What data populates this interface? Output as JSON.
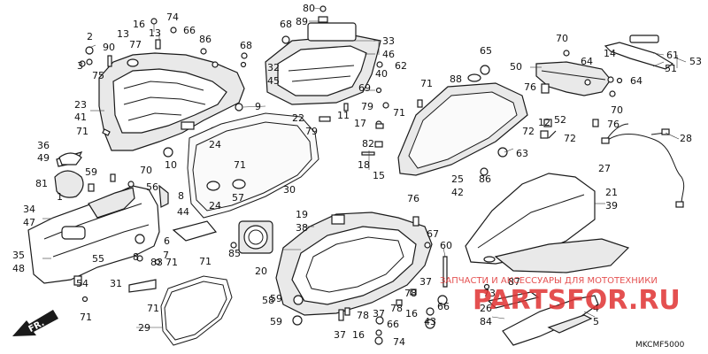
{
  "diagram_code": "MKCMF5000",
  "watermark": {
    "subtitle": "ЗАПЧАСТИ И АКСЕССУАРЫ ДЛЯ МОТОТЕХНИКИ",
    "brand": "PARTSFOR.RU"
  },
  "direction_label": "FR.",
  "callouts": [
    {
      "id": "c80",
      "text": "80"
    },
    {
      "id": "c89",
      "text": "89"
    },
    {
      "id": "c16a",
      "text": "16"
    },
    {
      "id": "c74a",
      "text": "74"
    },
    {
      "id": "c13a",
      "text": "13"
    },
    {
      "id": "c66a",
      "text": "66"
    },
    {
      "id": "c13b",
      "text": "13"
    },
    {
      "id": "c86a",
      "text": "86"
    },
    {
      "id": "c2",
      "text": "2"
    },
    {
      "id": "c3",
      "text": "3"
    },
    {
      "id": "c90",
      "text": "90"
    },
    {
      "id": "c77",
      "text": "77"
    },
    {
      "id": "c75",
      "text": "75"
    },
    {
      "id": "c68a",
      "text": "68"
    },
    {
      "id": "c68b",
      "text": "68"
    },
    {
      "id": "c33",
      "text": "33"
    },
    {
      "id": "c46",
      "text": "46"
    },
    {
      "id": "c62",
      "text": "62"
    },
    {
      "id": "c40",
      "text": "40"
    },
    {
      "id": "c32",
      "text": "32"
    },
    {
      "id": "c45",
      "text": "45"
    },
    {
      "id": "c69",
      "text": "69"
    },
    {
      "id": "c65",
      "text": "65"
    },
    {
      "id": "c70a",
      "text": "70"
    },
    {
      "id": "c14",
      "text": "14"
    },
    {
      "id": "c61",
      "text": "61"
    },
    {
      "id": "c51",
      "text": "51"
    },
    {
      "id": "c53",
      "text": "53"
    },
    {
      "id": "c50",
      "text": "50"
    },
    {
      "id": "c64a",
      "text": "64"
    },
    {
      "id": "c64b",
      "text": "64"
    },
    {
      "id": "c88",
      "text": "88"
    },
    {
      "id": "c76a",
      "text": "76"
    },
    {
      "id": "c23",
      "text": "23"
    },
    {
      "id": "c41",
      "text": "41"
    },
    {
      "id": "c9",
      "text": "9"
    },
    {
      "id": "c71a",
      "text": "71"
    },
    {
      "id": "c71b",
      "text": "71"
    },
    {
      "id": "c71c",
      "text": "71"
    },
    {
      "id": "c71d",
      "text": "71"
    },
    {
      "id": "c79a",
      "text": "79"
    },
    {
      "id": "c79b",
      "text": "79"
    },
    {
      "id": "c22",
      "text": "22"
    },
    {
      "id": "c11",
      "text": "11"
    },
    {
      "id": "c17",
      "text": "17"
    },
    {
      "id": "c24a",
      "text": "24"
    },
    {
      "id": "c24b",
      "text": "24"
    },
    {
      "id": "c82",
      "text": "82"
    },
    {
      "id": "c12",
      "text": "12"
    },
    {
      "id": "c52",
      "text": "52"
    },
    {
      "id": "c70b",
      "text": "70"
    },
    {
      "id": "c72a",
      "text": "72"
    },
    {
      "id": "c72b",
      "text": "72"
    },
    {
      "id": "c76b",
      "text": "76"
    },
    {
      "id": "c28",
      "text": "28"
    },
    {
      "id": "c36",
      "text": "36"
    },
    {
      "id": "c49",
      "text": "49"
    },
    {
      "id": "c10",
      "text": "10"
    },
    {
      "id": "c18",
      "text": "18"
    },
    {
      "id": "c15",
      "text": "15"
    },
    {
      "id": "c25",
      "text": "25"
    },
    {
      "id": "c42",
      "text": "42"
    },
    {
      "id": "c63",
      "text": "63"
    },
    {
      "id": "c86b",
      "text": "86"
    },
    {
      "id": "c27",
      "text": "27"
    },
    {
      "id": "c59a",
      "text": "59"
    },
    {
      "id": "c59b",
      "text": "59"
    },
    {
      "id": "c70c",
      "text": "70"
    },
    {
      "id": "c81",
      "text": "81"
    },
    {
      "id": "c1",
      "text": "1"
    },
    {
      "id": "c56",
      "text": "56"
    },
    {
      "id": "c8a",
      "text": "8"
    },
    {
      "id": "c8b",
      "text": "8"
    },
    {
      "id": "c30",
      "text": "30"
    },
    {
      "id": "c57",
      "text": "57"
    },
    {
      "id": "c21",
      "text": "21"
    },
    {
      "id": "c39",
      "text": "39"
    },
    {
      "id": "c34",
      "text": "34"
    },
    {
      "id": "c47",
      "text": "47"
    },
    {
      "id": "c44",
      "text": "44"
    },
    {
      "id": "c19",
      "text": "19"
    },
    {
      "id": "c38",
      "text": "38"
    },
    {
      "id": "c76c",
      "text": "76"
    },
    {
      "id": "c6",
      "text": "6"
    },
    {
      "id": "c7",
      "text": "7"
    },
    {
      "id": "c35",
      "text": "35"
    },
    {
      "id": "c48",
      "text": "48"
    },
    {
      "id": "c55",
      "text": "55"
    },
    {
      "id": "c83",
      "text": "83"
    },
    {
      "id": "c71e",
      "text": "71"
    },
    {
      "id": "c71f",
      "text": "71"
    },
    {
      "id": "c85",
      "text": "85"
    },
    {
      "id": "c20",
      "text": "20"
    },
    {
      "id": "c67",
      "text": "67"
    },
    {
      "id": "c60",
      "text": "60"
    },
    {
      "id": "c54",
      "text": "54"
    },
    {
      "id": "c31",
      "text": "31"
    },
    {
      "id": "c71g",
      "text": "71"
    },
    {
      "id": "c71h",
      "text": "71"
    },
    {
      "id": "c58",
      "text": "58"
    },
    {
      "id": "c59c",
      "text": "59"
    },
    {
      "id": "c78a",
      "text": "78"
    },
    {
      "id": "c78b",
      "text": "78"
    },
    {
      "id": "c78c",
      "text": "78"
    },
    {
      "id": "c37a",
      "text": "37"
    },
    {
      "id": "c37b",
      "text": "37"
    },
    {
      "id": "c37c",
      "text": "37"
    },
    {
      "id": "c66b",
      "text": "66"
    },
    {
      "id": "c66c",
      "text": "66"
    },
    {
      "id": "c16b",
      "text": "16"
    },
    {
      "id": "c16c",
      "text": "16"
    },
    {
      "id": "c74b",
      "text": "74"
    },
    {
      "id": "c43",
      "text": "43"
    },
    {
      "id": "c26",
      "text": "26"
    },
    {
      "id": "c73",
      "text": "73"
    },
    {
      "id": "c87",
      "text": "87"
    },
    {
      "id": "c4",
      "text": "4"
    },
    {
      "id": "c5",
      "text": "5"
    },
    {
      "id": "c29",
      "text": "29"
    },
    {
      "id": "c84",
      "text": "84"
    }
  ]
}
